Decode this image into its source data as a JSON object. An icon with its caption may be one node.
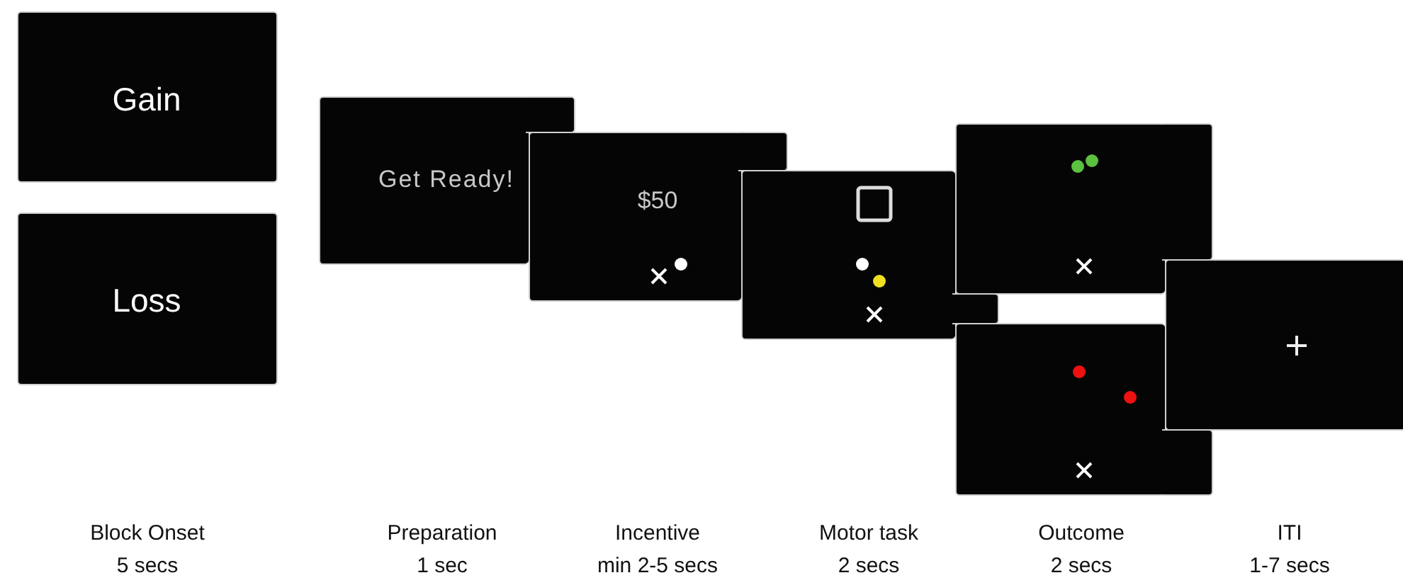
{
  "diagram": {
    "nodes": [
      {
        "text": [
          "Gain"
        ]
      },
      {
        "text": [
          "Loss"
        ]
      },
      {
        "text": [
          "Get Ready!"
        ]
      },
      {
        "text": [
          "$50"
        ]
      },
      {
        "text": [],
        "shape": "box"
      },
      {
        "text": [],
        "shape": "box"
      },
      {
        "text": [],
        "shape": "box"
      },
      {
        "text": [],
        "shape": "box"
      }
    ],
    "labels": [
      "Block Onset",
      "5 secs",
      "Preparation",
      "1 sec",
      "Incentive",
      "min 2-5 secs",
      "Motor task",
      "2 secs",
      "Outcome",
      "2 secs",
      "ITI",
      "1-7 secs"
    ]
  }
}
